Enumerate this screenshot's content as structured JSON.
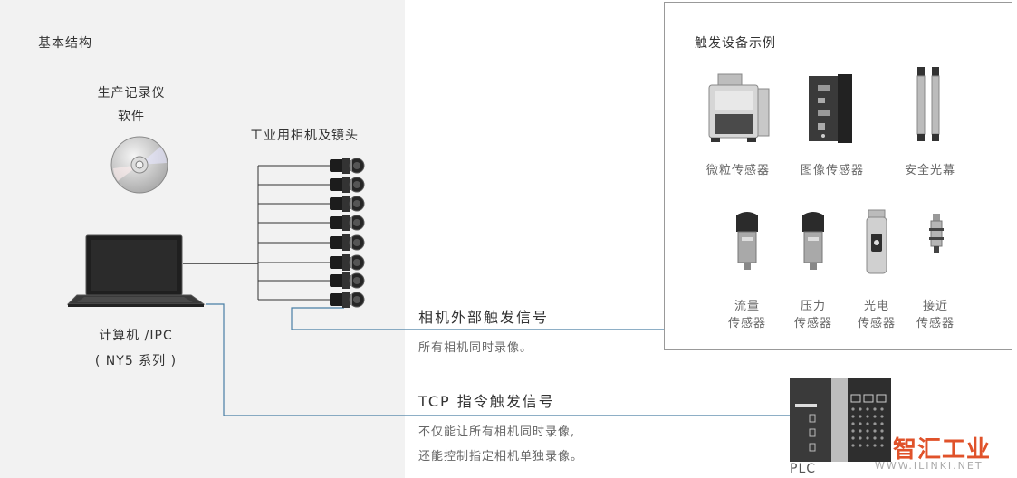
{
  "left_panel": {
    "title": "基本结构",
    "software_line1": "生产记录仪",
    "software_line2": "软件",
    "camera_label": "工业用相机及镜头",
    "computer_line1": "计算机 /IPC",
    "computer_line2": "( NY5 系列 )"
  },
  "signals": {
    "external_title": "相机外部触发信号",
    "external_desc": "所有相机同时录像。",
    "tcp_title": "TCP 指令触发信号",
    "tcp_desc1": "不仅能让所有相机同时录像,",
    "tcp_desc2": "还能控制指定相机单独录像。"
  },
  "trigger_panel": {
    "title": "触发设备示例",
    "devices_row1": [
      "微粒传感器",
      "图像传感器",
      "安全光幕"
    ],
    "devices_row2": [
      {
        "line1": "流量",
        "line2": "传感器"
      },
      {
        "line1": "压力",
        "line2": "传感器"
      },
      {
        "line1": "光电",
        "line2": "传感器"
      },
      {
        "line1": "接近",
        "line2": "传感器"
      }
    ]
  },
  "plc_label": "PLC",
  "watermark": {
    "brand": "智汇工业",
    "url": "WWW.ILINKI.NET"
  },
  "colors": {
    "left_panel_bg": "#f2f2f2",
    "signal_line": "#4a7fa5",
    "text": "#333333"
  }
}
